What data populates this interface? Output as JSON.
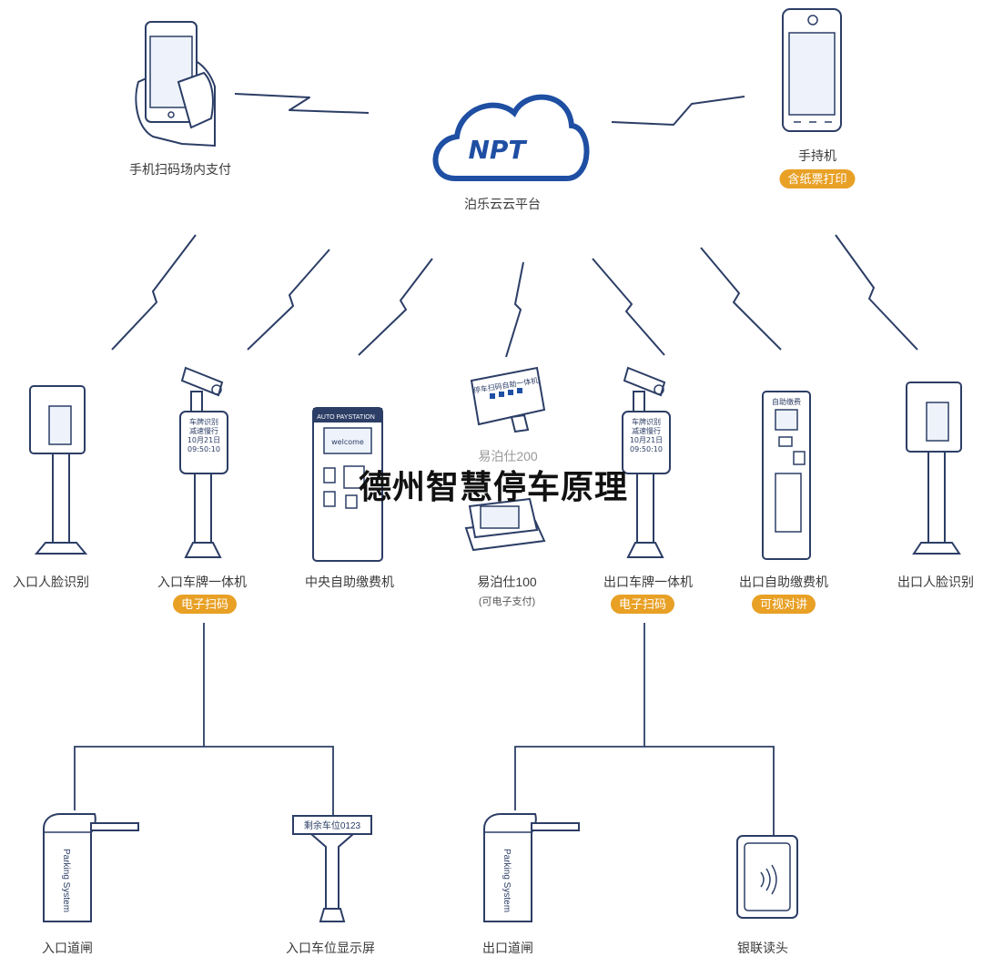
{
  "title": "德州智慧停车原理",
  "cloud": {
    "logo": "NPT",
    "label": "泊乐云云平台"
  },
  "top_devices": [
    {
      "id": "phone",
      "label": "手机扫码场内支付"
    },
    {
      "id": "handheld",
      "label": "手持机",
      "badge": "含纸票打印"
    }
  ],
  "middle_devices": [
    {
      "id": "entry-face",
      "label": "入口人脸识别"
    },
    {
      "id": "entry-plate",
      "label": "入口车牌一体机",
      "badge": "电子扫码",
      "screen": [
        "车牌识别",
        "减速慢行",
        "10月21日",
        "09:50:10"
      ]
    },
    {
      "id": "central-pay",
      "label": "中央自助缴费机",
      "screen": "welcome",
      "brand": "AUTO PAYSTATION"
    },
    {
      "id": "yibo200",
      "label": "易泊仕200",
      "screen": "停车扫码自助一体机"
    },
    {
      "id": "yibo100",
      "label": "易泊仕100",
      "sub": "(可电子支付)"
    },
    {
      "id": "exit-plate",
      "label": "出口车牌一体机",
      "badge": "电子扫码",
      "screen": [
        "车牌识别",
        "减速慢行",
        "10月21日",
        "09:50:10"
      ]
    },
    {
      "id": "exit-pay",
      "label": "出口自助缴费机",
      "badge": "可视对讲",
      "screen": "自助缴费"
    },
    {
      "id": "exit-face",
      "label": "出口人脸识别"
    }
  ],
  "bottom_devices": [
    {
      "id": "entry-gate",
      "label": "入口道闸",
      "text": "Parking System"
    },
    {
      "id": "entry-display",
      "label": "入口车位显示屏",
      "text": "剩余车位0123"
    },
    {
      "id": "exit-gate",
      "label": "出口道闸",
      "text": "Parking System"
    },
    {
      "id": "unionpay-reader",
      "label": "银联读头"
    }
  ],
  "colors": {
    "line": "#2c3e66",
    "badge": "#e8a025",
    "logo": "#1f4fa3"
  }
}
